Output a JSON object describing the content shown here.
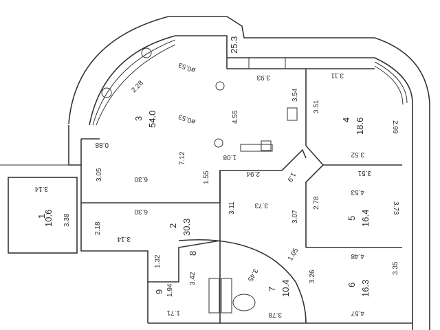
{
  "plan": {
    "title": "Apartment floor plan",
    "rooms": [
      {
        "id": "1",
        "area": "10.6",
        "dims": [
          "3.14",
          "3.38"
        ]
      },
      {
        "id": "2",
        "area": "30.3",
        "dims": [
          "6.30",
          "3.14",
          "2.18",
          "1.32"
        ]
      },
      {
        "id": "3",
        "area": "54.0",
        "dims": [
          "2.28",
          "ø0.53",
          "ø0.53",
          "3.93",
          "3.54",
          "4.55",
          "7.12",
          "0.88",
          "3.05",
          "6.30",
          "1.55",
          "1.08"
        ]
      },
      {
        "id": "4",
        "area": "18.6",
        "dims": [
          "3.11",
          "3.51",
          "2.99",
          "3.52"
        ]
      },
      {
        "id": "5",
        "area": "16.4",
        "dims": [
          "3.51",
          "4.53",
          "2.78",
          "3.73"
        ]
      },
      {
        "id": "6",
        "area": "16.3",
        "dims": [
          "4.48",
          "3.26",
          "3.35",
          "4.57"
        ]
      },
      {
        "id": "7",
        "area": "10.4",
        "dims": [
          "3.45",
          "3.78",
          "1.05"
        ]
      },
      {
        "id": "8",
        "area": "",
        "dims": [
          "3.42",
          "1.71"
        ]
      },
      {
        "id": "9",
        "area": "",
        "dims": [
          "1.94"
        ]
      }
    ],
    "loggia_area": "25.3",
    "corridor_dims": [
      "2.94",
      "3.11",
      "3.73",
      "3.07",
      "1.9"
    ]
  }
}
